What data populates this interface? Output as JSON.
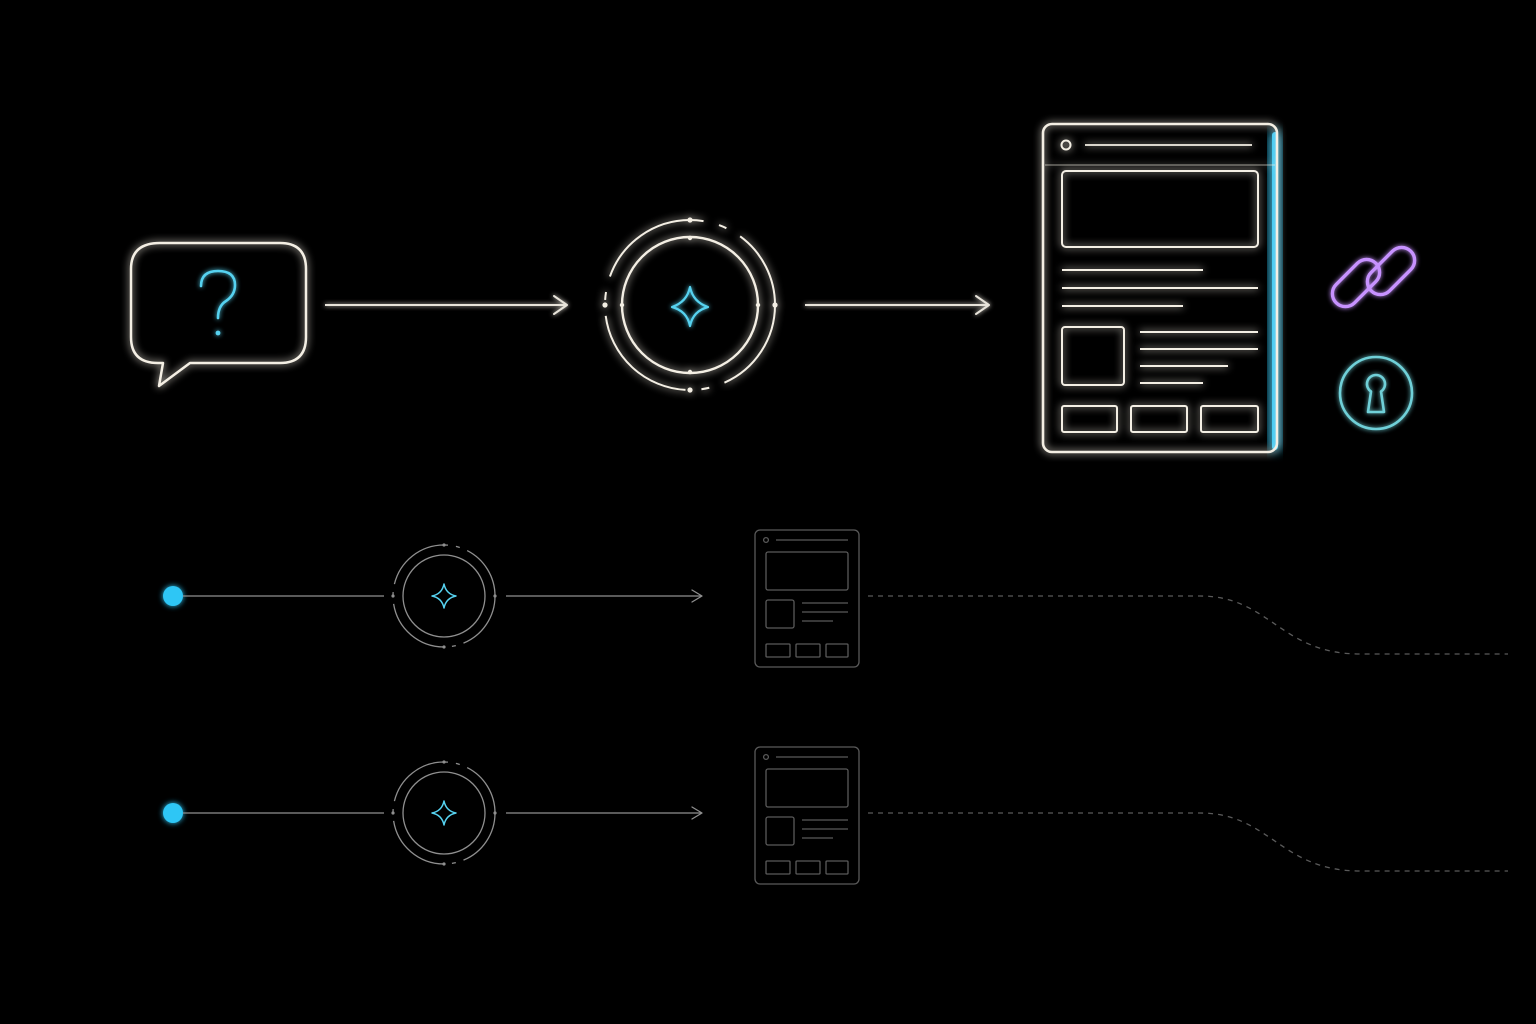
{
  "colors": {
    "background": "#000000",
    "line_bright": "#f4efe4",
    "line_dim": "#8f8f8f",
    "line_faint": "#5a5a5a",
    "glow_warm": "#fff2d6",
    "accent_cyan": "#56d2f0",
    "accent_cyan_strong": "#2ec6f5",
    "accent_purple": "#c792ff",
    "accent_teal": "#6fd0d8"
  },
  "hero_flow": {
    "steps": [
      {
        "name": "question-bubble",
        "icon": "question-mark-icon"
      },
      {
        "name": "ai-processing-ring",
        "icon": "sparkle-star-icon"
      },
      {
        "name": "result-document",
        "icon": "document-page-icon"
      }
    ],
    "side_icons": [
      "link-chain-icon",
      "keyhole-lock-icon"
    ]
  },
  "flow_rows": [
    {
      "name": "flow-row-1",
      "icons": [
        "start-dot-icon",
        "sparkle-ring-icon",
        "document-page-icon"
      ],
      "trail": "dashed-curve"
    },
    {
      "name": "flow-row-2",
      "icons": [
        "start-dot-icon",
        "sparkle-ring-icon",
        "document-page-icon"
      ],
      "trail": "dashed-curve"
    }
  ]
}
